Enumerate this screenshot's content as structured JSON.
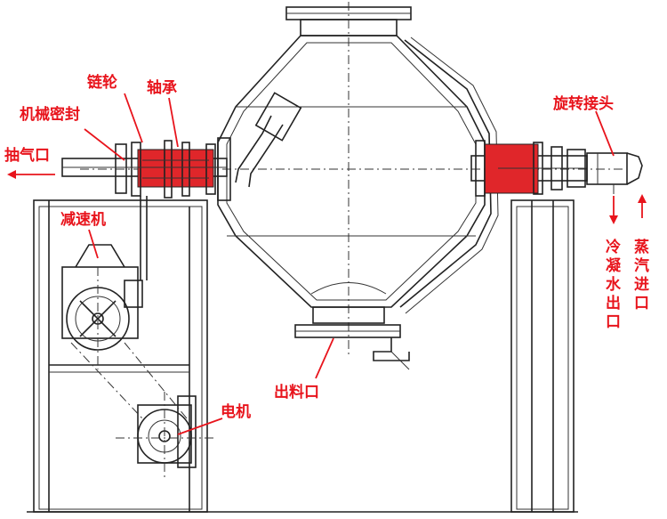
{
  "labels": {
    "exhaust_port": "抽气口",
    "mechanical_seal": "机械密封",
    "sprocket": "链轮",
    "bearing": "轴承",
    "reducer": "减速机",
    "motor": "电机",
    "discharge_port": "出料口",
    "rotary_joint": "旋转接头",
    "condensate_outlet": "冷凝水出口",
    "steam_inlet": "蒸汽进口"
  },
  "colors": {
    "label": "#e8141c",
    "highlight": "#e0262a",
    "line": "#222222"
  }
}
